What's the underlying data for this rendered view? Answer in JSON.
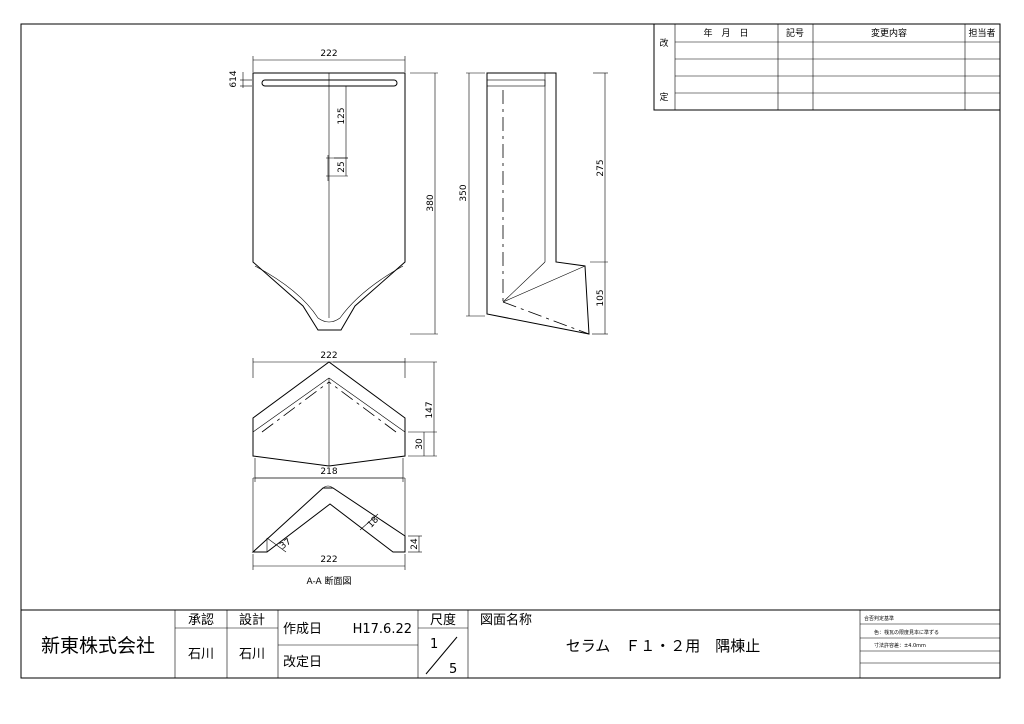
{
  "dimensions": {
    "front_width": "222",
    "slot_offset": "614",
    "slot_depth": "125",
    "slot_gap": "25",
    "front_height": "380",
    "side_height": "350",
    "side_upper": "275",
    "side_lower": "105",
    "top_width": "222",
    "top_depth": "147",
    "top_edge": "30",
    "top_bottom_width": "218",
    "sect_width": "222",
    "sect_thickness": "18",
    "sect_angle": "37",
    "sect_edge": "24"
  },
  "section_label": "A-A 断面図",
  "revision_table": {
    "side_label_top": "改",
    "side_label_bottom": "定",
    "headers": [
      "年　月　日",
      "記号",
      "変更内容",
      "担当者"
    ]
  },
  "title_block": {
    "company": "新東株式会社",
    "approval_label": "承認",
    "approval_name": "石川",
    "design_label": "設計",
    "design_name": "石川",
    "created_label": "作成日",
    "created_date": "H17.6.22",
    "revised_label": "改定日",
    "scale_label": "尺度",
    "scale_num": "1",
    "scale_den": "5",
    "drawing_name_label": "図面名称",
    "drawing_name": "セラム　Ｆ１・２用　隅棟止",
    "criteria_title": "合否判定基準",
    "criteria_color": "色：桟瓦の限度見本に準ずる",
    "criteria_tolerance": "寸法許容差：±4.0mm"
  }
}
